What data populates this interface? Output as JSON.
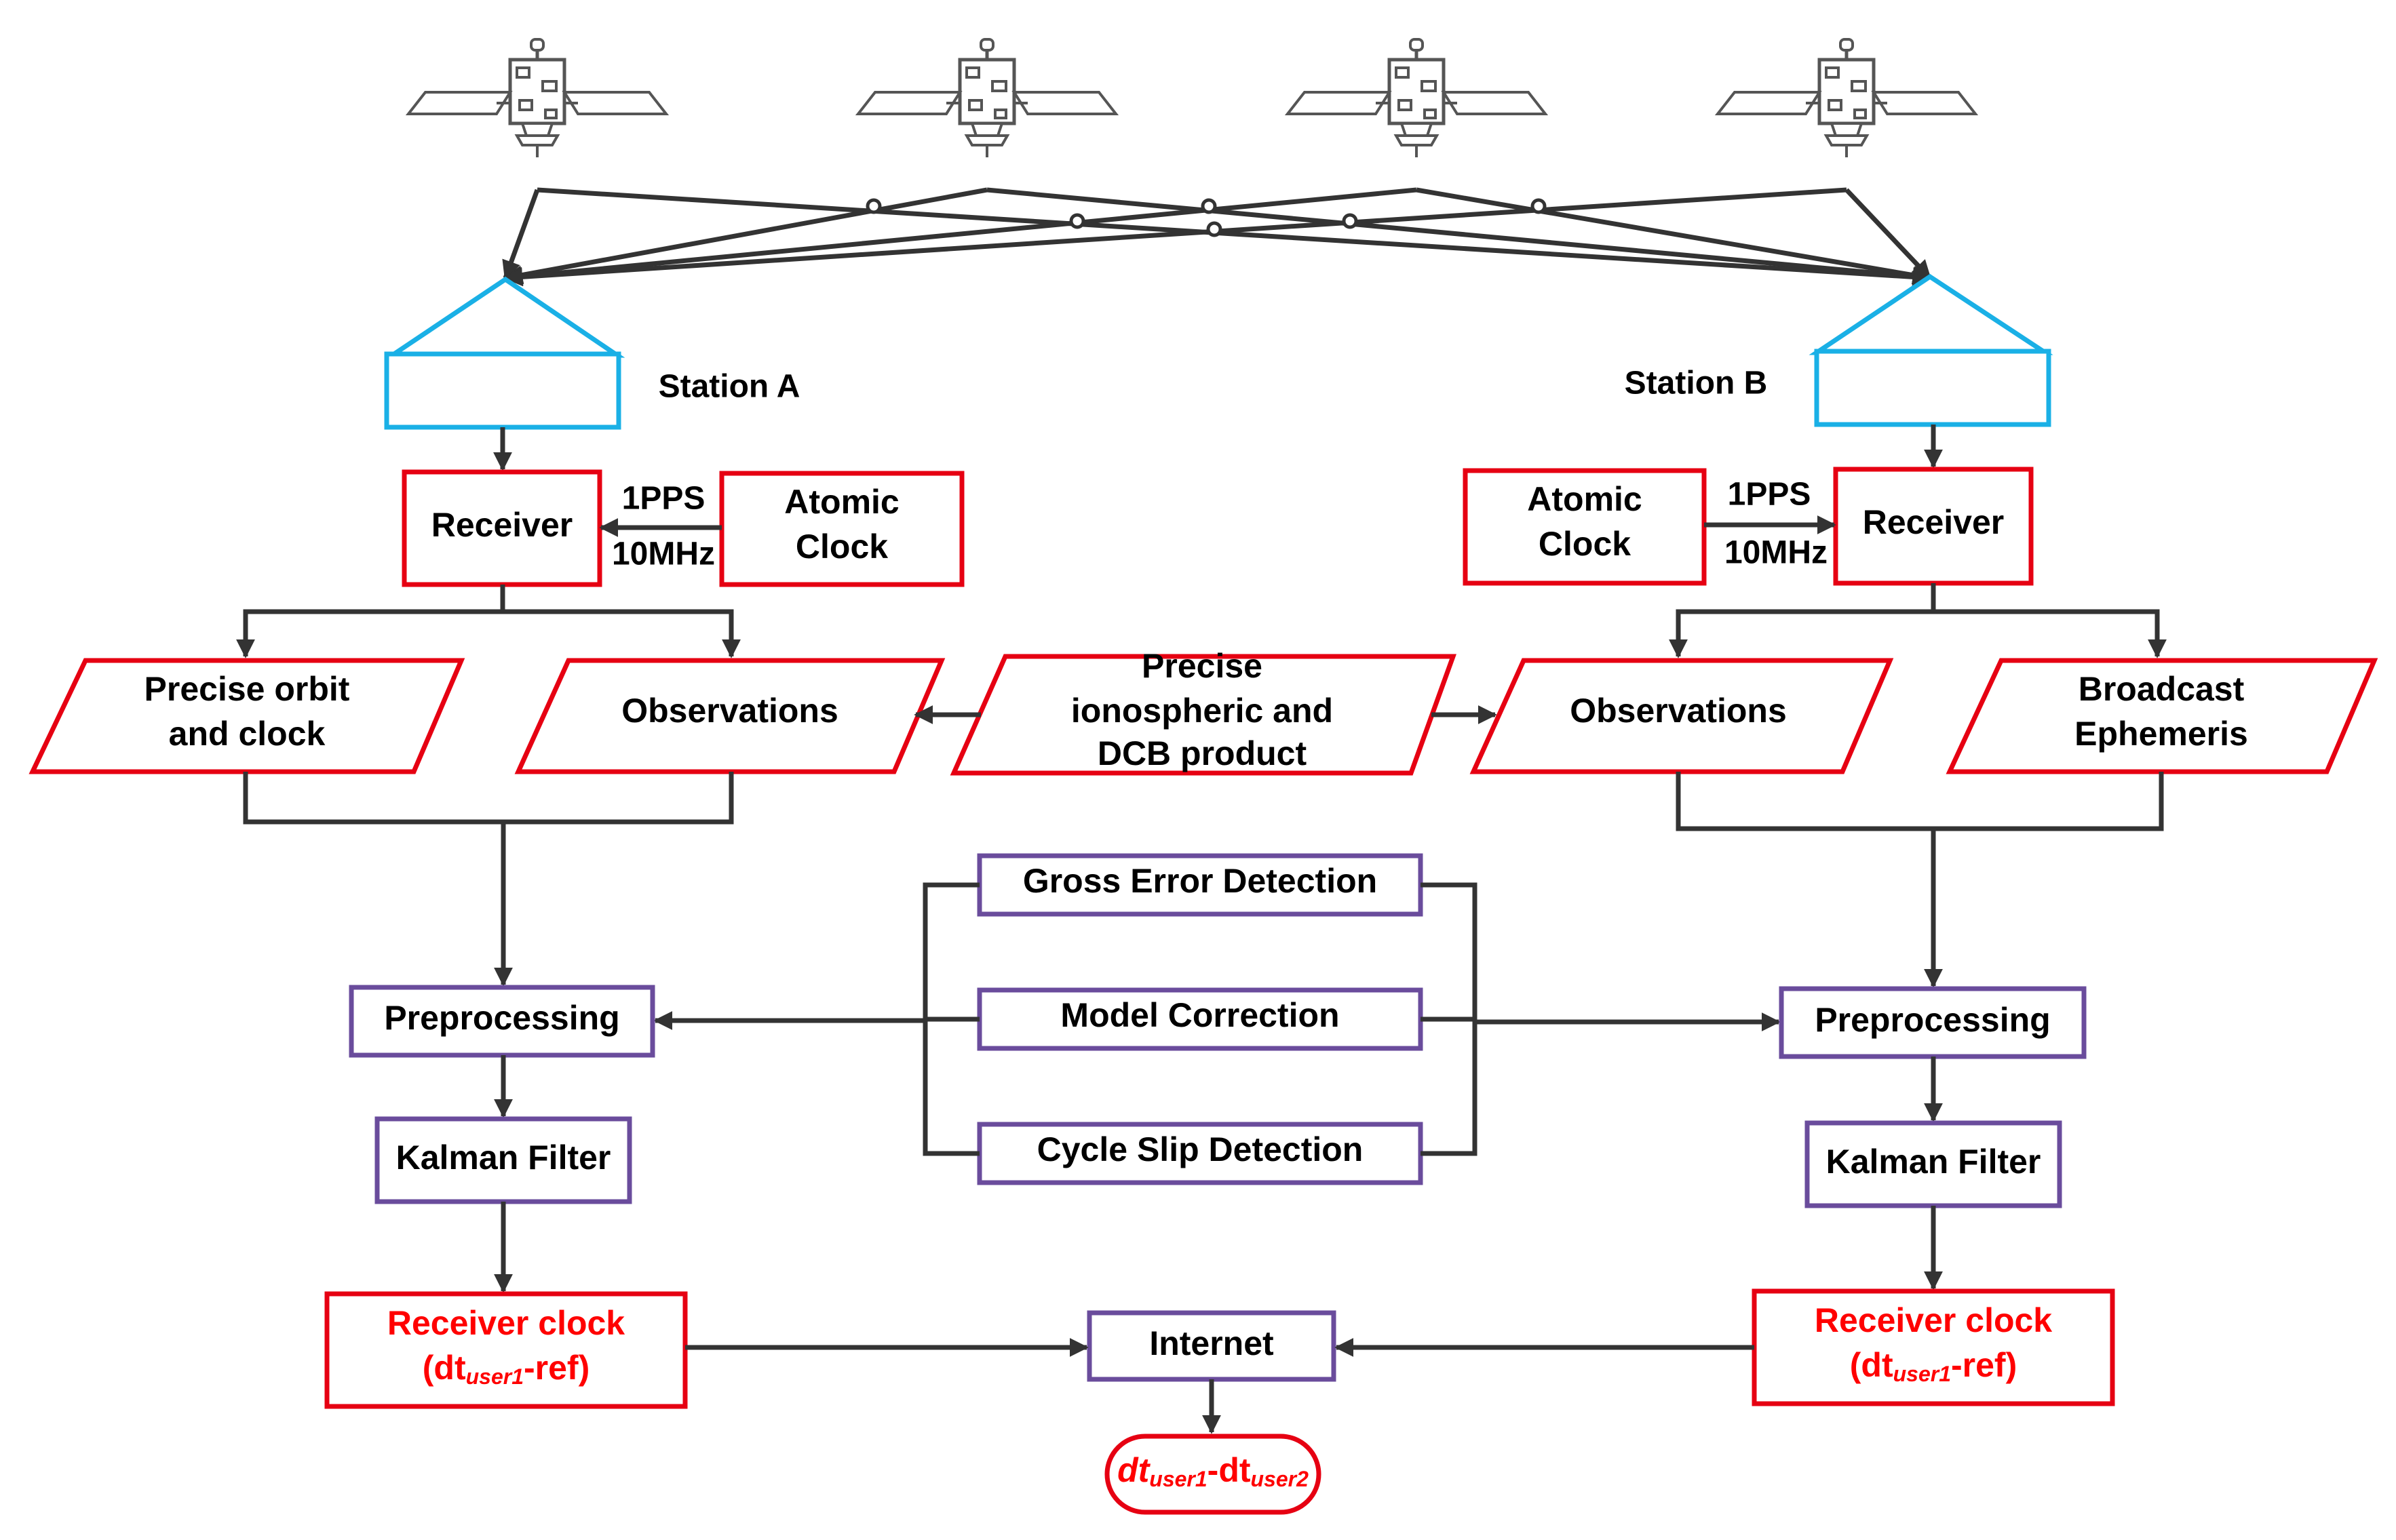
{
  "stations": {
    "a": {
      "name": "Station A"
    },
    "b": {
      "name": "Station B"
    }
  },
  "receiver": {
    "label": "Receiver"
  },
  "atomic_clock": {
    "line1": "Atomic",
    "line2": "Clock"
  },
  "signals": {
    "pps": "1PPS",
    "freq": "10MHz"
  },
  "inputs": {
    "precise_orbit": {
      "line1": "Precise orbit",
      "line2": "and clock"
    },
    "observations": "Observations",
    "iono_product": {
      "line1": "Precise",
      "line2": "ionospheric and",
      "line3": "DCB product"
    },
    "broadcast": {
      "line1": "Broadcast",
      "line2": "Ephemeris"
    }
  },
  "processing": {
    "preprocessing": "Preprocessing",
    "kalman": "Kalman Filter",
    "gross_error": "Gross Error Detection",
    "model_correction": "Model Correction",
    "cycle_slip": "Cycle Slip Detection"
  },
  "output": {
    "receiver_clock": "Receiver clock",
    "clock_expr": {
      "open": "(dt",
      "sub": "user1",
      "close": "-ref)"
    },
    "internet": "Internet",
    "result": {
      "p1": "dt",
      "s1": "user1",
      "p2": "-dt",
      "s2": "user2"
    }
  },
  "colors": {
    "red": "#e60012",
    "text_red": "#ff0000",
    "purple": "#6a4c9c",
    "blue": "#1ab0e6",
    "connector": "#333333"
  }
}
